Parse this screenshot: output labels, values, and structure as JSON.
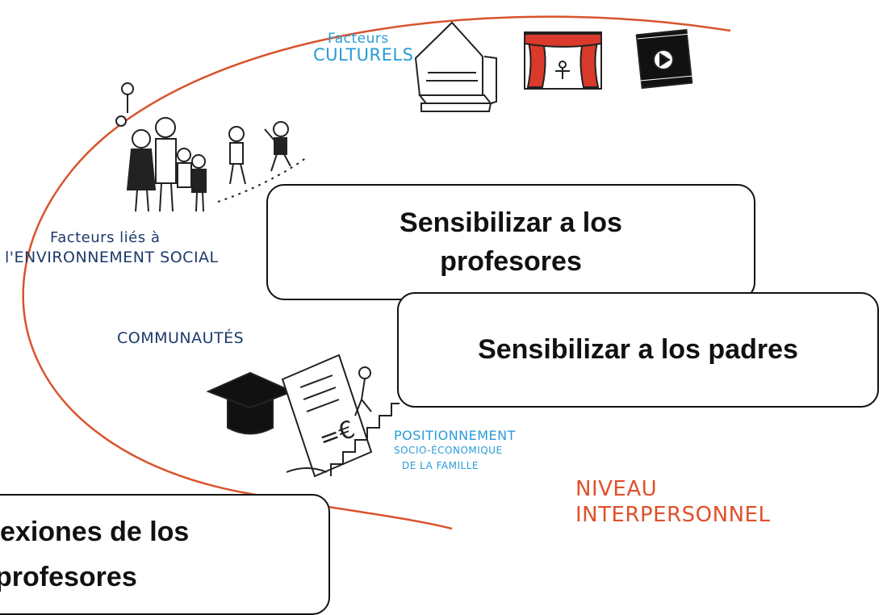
{
  "labels": {
    "cultural_1": "Facteurs",
    "cultural_2": "CULTURELS",
    "social_1": "Facteurs liés à",
    "social_2": "l'ENVIRONNEMENT SOCIAL",
    "communities": "COMMUNAUTÉS",
    "position_1": "POSITIONNEMENT",
    "position_2": "SOCIO-ÉCONOMIQUE",
    "position_3": "DE LA FAMILLE",
    "level_1": "NIVEAU",
    "level_2": "INTERPERSONNEL"
  },
  "callouts": {
    "teachers_1": "Sensibilizar a los",
    "teachers_2": "profesores",
    "parents": "Sensibilizar a los padres",
    "reflections_1": "exiones de los",
    "reflections_2": "profesores"
  },
  "icons": [
    "books-icon",
    "theater-stage-icon",
    "video-film-icon",
    "family-icon",
    "children-icon",
    "graduation-cap-icon",
    "euro-document-icon",
    "stairs-climber-icon"
  ],
  "colors": {
    "arc": "#d9532c",
    "blue_text": "#2a9bd6",
    "navy_text": "#1e3a6b",
    "orange_text": "#e0502a",
    "theater_red": "#d93a2b"
  }
}
